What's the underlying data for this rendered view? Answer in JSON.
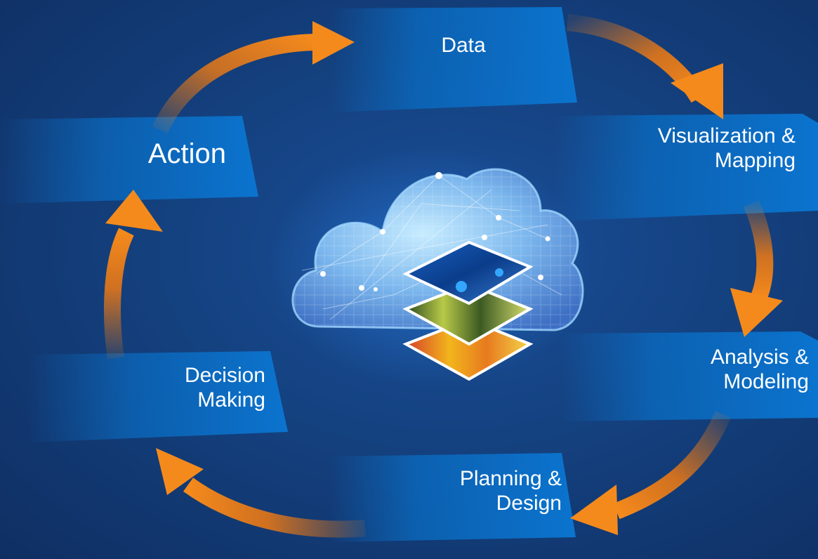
{
  "cycle": {
    "center_icon": "cloud-with-map-layers-icon",
    "arrow_icon": "curved-arrow-icon",
    "colors": {
      "background": "#14417f",
      "panel": "#0a6cc2",
      "arrow": "#f07a12"
    },
    "steps": [
      {
        "key": "data",
        "lines": [
          "Data"
        ]
      },
      {
        "key": "visualization",
        "lines": [
          "Visualization &",
          "Mapping"
        ]
      },
      {
        "key": "analysis",
        "lines": [
          "Analysis &",
          "Modeling"
        ]
      },
      {
        "key": "planning",
        "lines": [
          "Planning &",
          "Design"
        ]
      },
      {
        "key": "decision",
        "lines": [
          "Decision",
          "Making"
        ]
      },
      {
        "key": "action",
        "lines": [
          "Action"
        ]
      }
    ]
  }
}
